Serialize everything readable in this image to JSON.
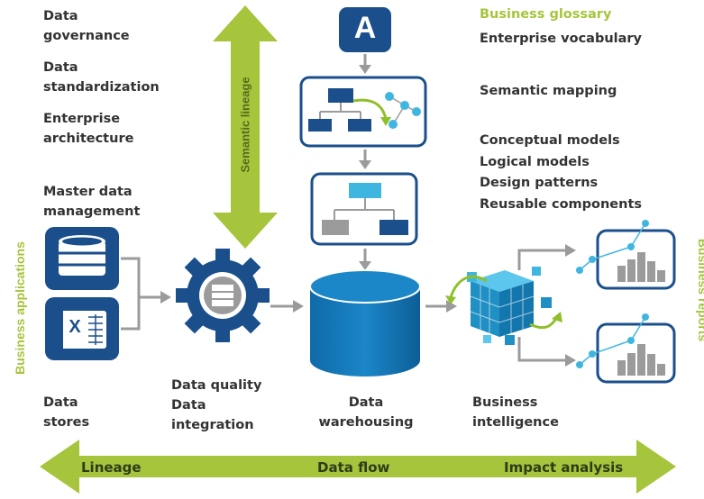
{
  "left_labels": {
    "governance": [
      "Data",
      "governance"
    ],
    "standardization": [
      "Data",
      "standardization"
    ],
    "architecture": [
      "Enterprise",
      "architecture"
    ],
    "mdm": [
      "Master data",
      "management"
    ]
  },
  "right_labels": {
    "glossary_title": "Business glossary",
    "vocabulary": "Enterprise vocabulary",
    "semantic_mapping": "Semantic mapping",
    "models": [
      "Conceptual models",
      "Logical models",
      "Design patterns",
      "Reusable components"
    ]
  },
  "semantic_lineage": "Semantic lineage",
  "side_left": "Business applications",
  "side_right": "Business reports",
  "bottom_labels": {
    "stores": [
      "Data",
      "stores"
    ],
    "quality": [
      "Data quality",
      "Data",
      "integration"
    ],
    "warehousing": [
      "Data",
      "warehousing"
    ],
    "bi": [
      "Business",
      "intelligence"
    ]
  },
  "glossary_icon_letter": "A",
  "excel_letter": "X",
  "flow_bar": {
    "left": "Lineage",
    "center": "Data flow",
    "right": "Impact analysis"
  },
  "colors": {
    "navy": "#1a4f8c",
    "green": "#a6c53c",
    "cyan": "#3fb6e0",
    "gray": "#9b9b9b"
  }
}
